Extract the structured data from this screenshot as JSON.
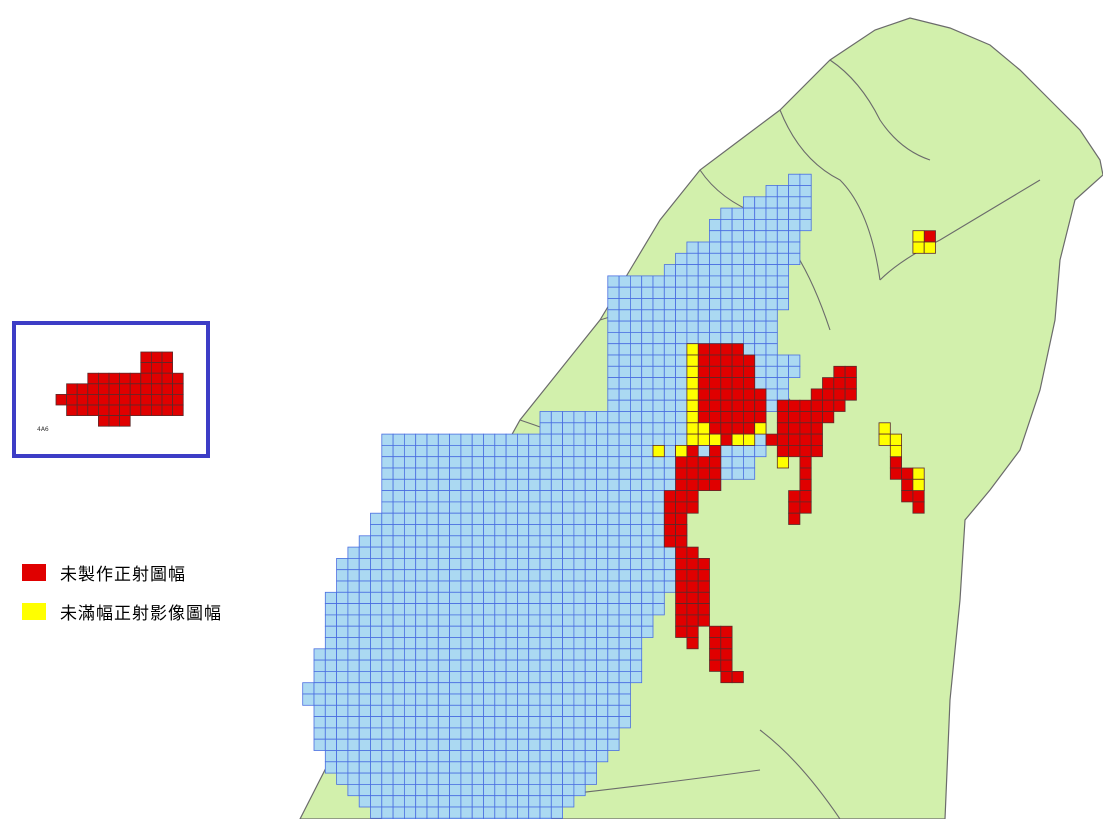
{
  "legend": {
    "items": [
      {
        "label": "未製作正射圖幅",
        "color": "#e00000"
      },
      {
        "label": "未滿幅正射影像圖幅",
        "color": "#ffff00"
      }
    ]
  },
  "colors": {
    "land": "#d2f0ac",
    "land_border": "#6b6b6b",
    "grid_fill": "#abd9f2",
    "grid_stroke": "#4a6ee0",
    "missing": "#e00000",
    "partial": "#ffff00",
    "tile_stroke": "#5a2a2a",
    "inset_frame": "#3d3dc6"
  },
  "inset": {
    "label": "4A6"
  }
}
